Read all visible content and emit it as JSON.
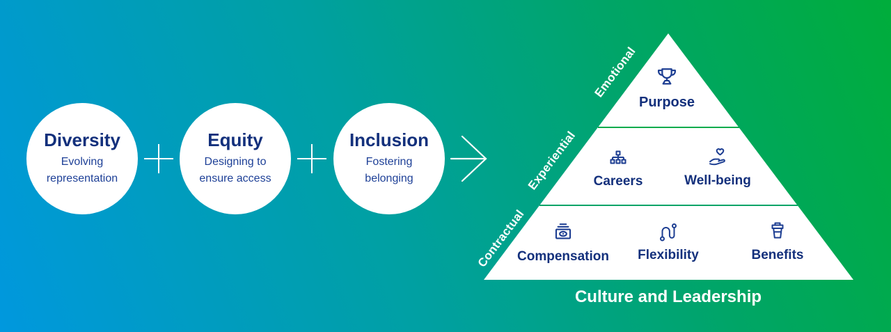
{
  "equation": {
    "circles": [
      {
        "title": "Diversity",
        "subtitle": "Evolving representation"
      },
      {
        "title": "Equity",
        "subtitle": "Designing to ensure access"
      },
      {
        "title": "Inclusion",
        "subtitle": "Fostering belonging"
      }
    ],
    "operators": {
      "plus": "+",
      "arrow": "→"
    }
  },
  "pyramid": {
    "levels": [
      {
        "side_label": "Emotional",
        "items": [
          {
            "label": "Purpose",
            "icon": "trophy-icon"
          }
        ]
      },
      {
        "side_label": "Experiential",
        "items": [
          {
            "label": "Careers",
            "icon": "org-chart-icon"
          },
          {
            "label": "Well-being",
            "icon": "hand-heart-icon"
          }
        ]
      },
      {
        "side_label": "Contractual",
        "items": [
          {
            "label": "Compensation",
            "icon": "banknote-icon"
          },
          {
            "label": "Flexibility",
            "icon": "winding-path-icon"
          },
          {
            "label": "Benefits",
            "icon": "coffee-cup-icon"
          }
        ]
      }
    ],
    "caption": "Culture and Leadership"
  },
  "colors": {
    "background_blue": "#0098DE",
    "background_teal": "#00A0A2",
    "background_green": "#00AD3B",
    "title_navy": "#13307C",
    "body_navy": "#1E4097",
    "icon_navy": "#1D3E92",
    "white": "#FFFFFF"
  }
}
